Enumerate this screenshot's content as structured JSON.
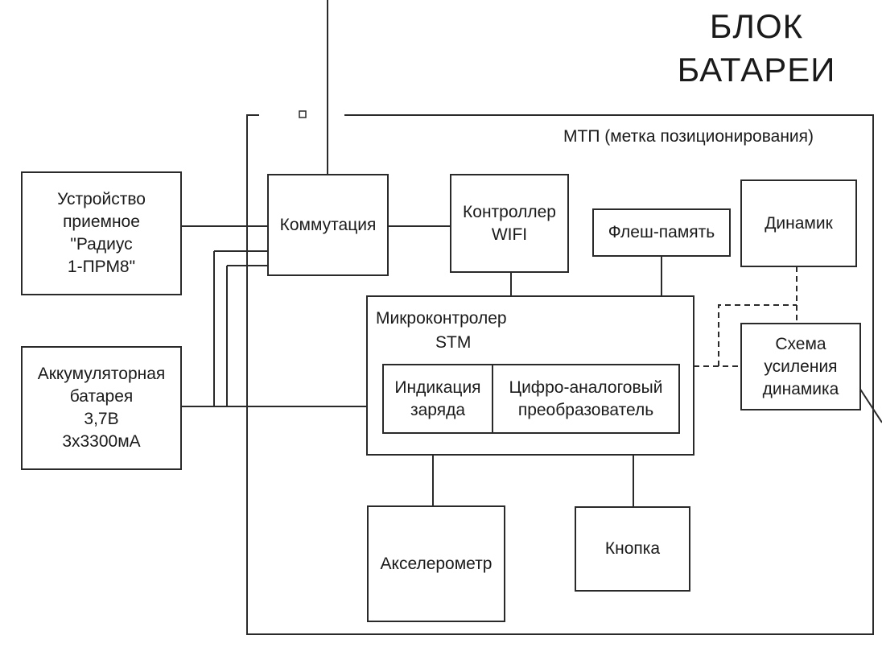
{
  "title": {
    "line1": "БЛОК",
    "line2": "БАТАРЕИ"
  },
  "frame_label": "МТП (метка позиционирования)",
  "blocks": {
    "receiver": [
      "Устройство",
      "приемное",
      "\"Радиус",
      "1-ПРМ8\""
    ],
    "battery": [
      "Аккумуляторная",
      "батарея",
      "3,7В",
      "3х3300мА"
    ],
    "switching": [
      "Коммутация"
    ],
    "wifi": [
      "Контроллер",
      "WIFI"
    ],
    "flash": [
      "Флеш-память"
    ],
    "speaker": [
      "Динамик"
    ],
    "mcu": [
      "Микроконтролер",
      "STM"
    ],
    "charge": [
      "Индикация",
      "заряда"
    ],
    "dac": [
      "Цифро-аналоговый",
      "преобразователь"
    ],
    "amplifier": [
      "Схема",
      "усиления",
      "динамика"
    ],
    "accelerometer": [
      "Акселерометр"
    ],
    "button": [
      "Кнопка"
    ]
  }
}
